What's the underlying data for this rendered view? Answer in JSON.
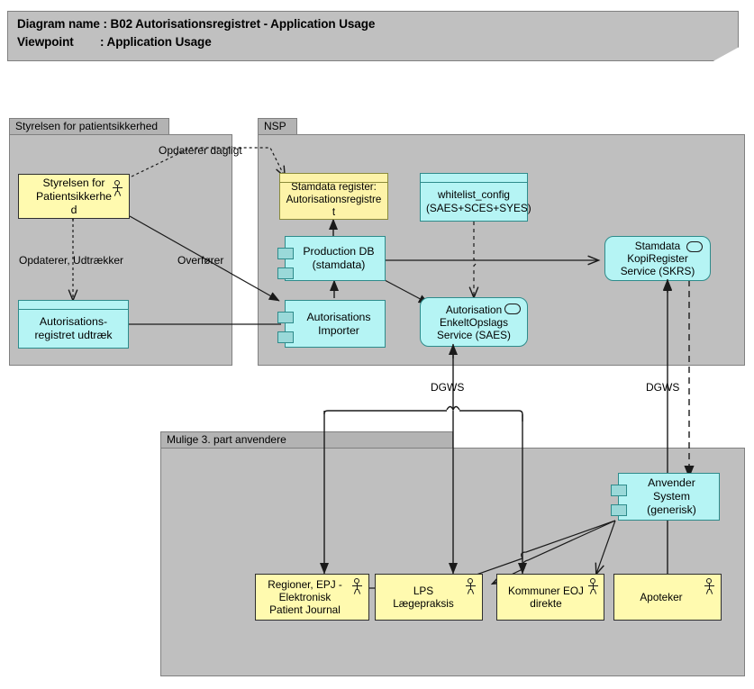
{
  "title": {
    "name_key": "Diagram name",
    "name_sep": ": ",
    "name_value": "B02 Autorisationsregistret - Application Usage",
    "viewpoint_key": "Viewpoint",
    "viewpoint_sep": ": ",
    "viewpoint_value": "Application Usage",
    "line1": "Diagram name : B02 Autorisationsregistret - Application Usage",
    "line2": "Viewpoint         : Application Usage"
  },
  "groups": [
    {
      "id": "styrelsen",
      "label": "Styrelsen for patientsikkerhed"
    },
    {
      "id": "nsp",
      "label": "NSP"
    },
    {
      "id": "tredjepart",
      "label": "Mulige 3. part anvendere"
    }
  ],
  "nodes": {
    "styrelsen_actor": {
      "label": "Styrelsen for\nPatientsikkerhe\nd",
      "type": "business-actor"
    },
    "autreg_udtraek": {
      "label": "Autorisations-\nregistret udtræk",
      "type": "data-object"
    },
    "stamdata_register": {
      "label": "Stamdata register:\nAutorisationsregistre\nt",
      "type": "data-object-yellow"
    },
    "whitelist_config": {
      "label": "whitelist_config\n(SAES+SCES+SYES)",
      "type": "data-object"
    },
    "production_db": {
      "label": "Production DB\n(stamdata)",
      "type": "application-component"
    },
    "aut_importer": {
      "label": "Autorisations\nImporter",
      "type": "application-component"
    },
    "saes": {
      "label": "Autorisation\nEnkeltOpslags\nService (SAES)",
      "type": "application-service"
    },
    "skrs": {
      "label": "Stamdata\nKopiRegister\nService (SKRS)",
      "type": "application-service"
    },
    "anvender_system": {
      "label": "Anvender System\n(generisk)",
      "type": "application-component"
    },
    "regioner": {
      "label": "Regioner, EPJ -\nElektronisk\nPatient Journal",
      "type": "business-actor"
    },
    "lps": {
      "label": "LPS\nLægepraksis",
      "type": "business-actor"
    },
    "kommuner": {
      "label": "Kommuner EOJ\ndirekte",
      "type": "business-actor"
    },
    "apoteker": {
      "label": "Apoteker",
      "type": "business-actor"
    }
  },
  "edge_labels": {
    "opdaterer_dagligt": "Opdaterer dagligt",
    "opdaterer_udtraekker": "Opdaterer, Udtrækker",
    "overfoerer": "Overfører",
    "dgws_left": "DGWS",
    "dgws_right": "DGWS"
  },
  "colors": {
    "canvas": "#ffffff",
    "title_bar": "#c0c0c0",
    "group_body": "#bfbfbf",
    "group_header": "#b3b3b3",
    "actor_fill": "#fffaaf",
    "data_fill": "#b5f4f4",
    "data_yellow_fill": "#fdf3a8",
    "component_tab": "#9ad9d9",
    "line": "#1a1a1a"
  }
}
